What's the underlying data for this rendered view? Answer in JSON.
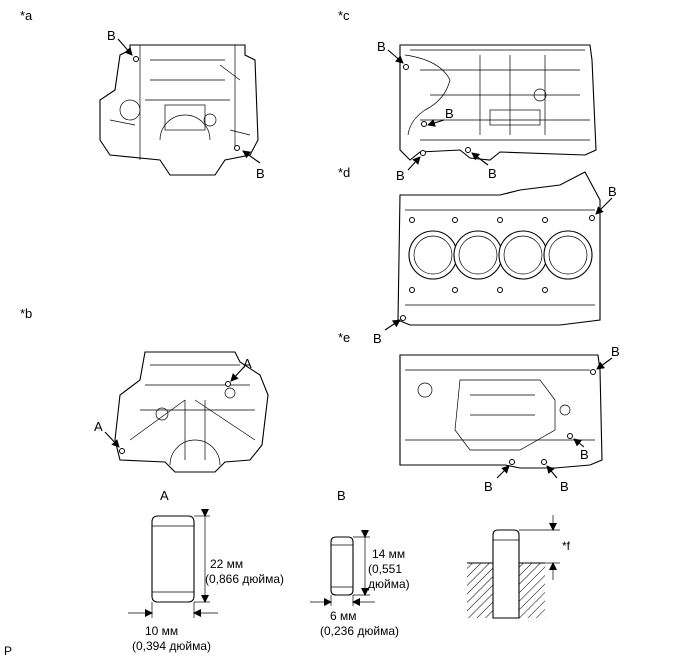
{
  "views": {
    "a": "*a",
    "b": "*b",
    "c": "*c",
    "d": "*d",
    "e": "*e"
  },
  "pin_labels": {
    "A": "A",
    "B": "B"
  },
  "pins": {
    "title_a": "A",
    "title_b": "B",
    "a_height": "22 мм",
    "a_height_in": "(0,866 дюйма)",
    "a_width": "10 мм",
    "a_width_in": "(0,394 дюйма)",
    "b_height": "14 мм",
    "b_height_in_1": "(0,551",
    "b_height_in_2": "дюйма)",
    "b_width": "6 мм",
    "b_width_in": "(0,236 дюйма)",
    "depth_label": "*f"
  },
  "corner_mark": "P"
}
